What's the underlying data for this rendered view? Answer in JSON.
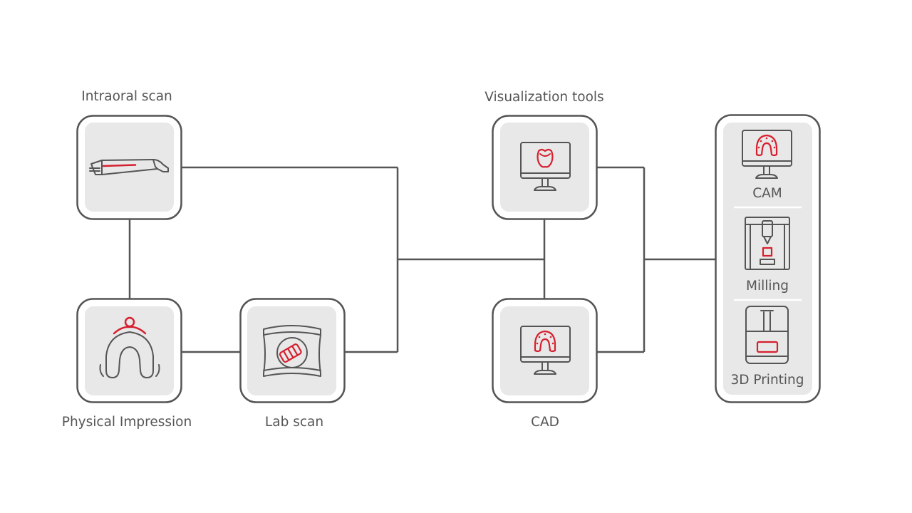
{
  "nodes": {
    "intraoral_scan": "Intraoral scan",
    "physical_impression": "Physical Impression",
    "lab_scan": "Lab scan",
    "visualization_tools": "Visualization tools",
    "cad": "CAD"
  },
  "manufacturing": {
    "cam": "CAM",
    "milling": "Milling",
    "printing": "3D Printing"
  },
  "colors": {
    "line": "#555555",
    "accent": "#d6202f",
    "tile_bg": "#e8e8e8"
  },
  "icons": {
    "intraoral_scan": "intraoral-scanner-icon",
    "physical_impression": "impression-tray-icon",
    "lab_scan": "lab-scanner-icon",
    "visualization_tools": "monitor-tooth-icon",
    "cad": "monitor-dental-arch-icon",
    "cam": "monitor-dental-arch-icon",
    "milling": "milling-machine-icon",
    "printing": "3d-printer-icon"
  }
}
